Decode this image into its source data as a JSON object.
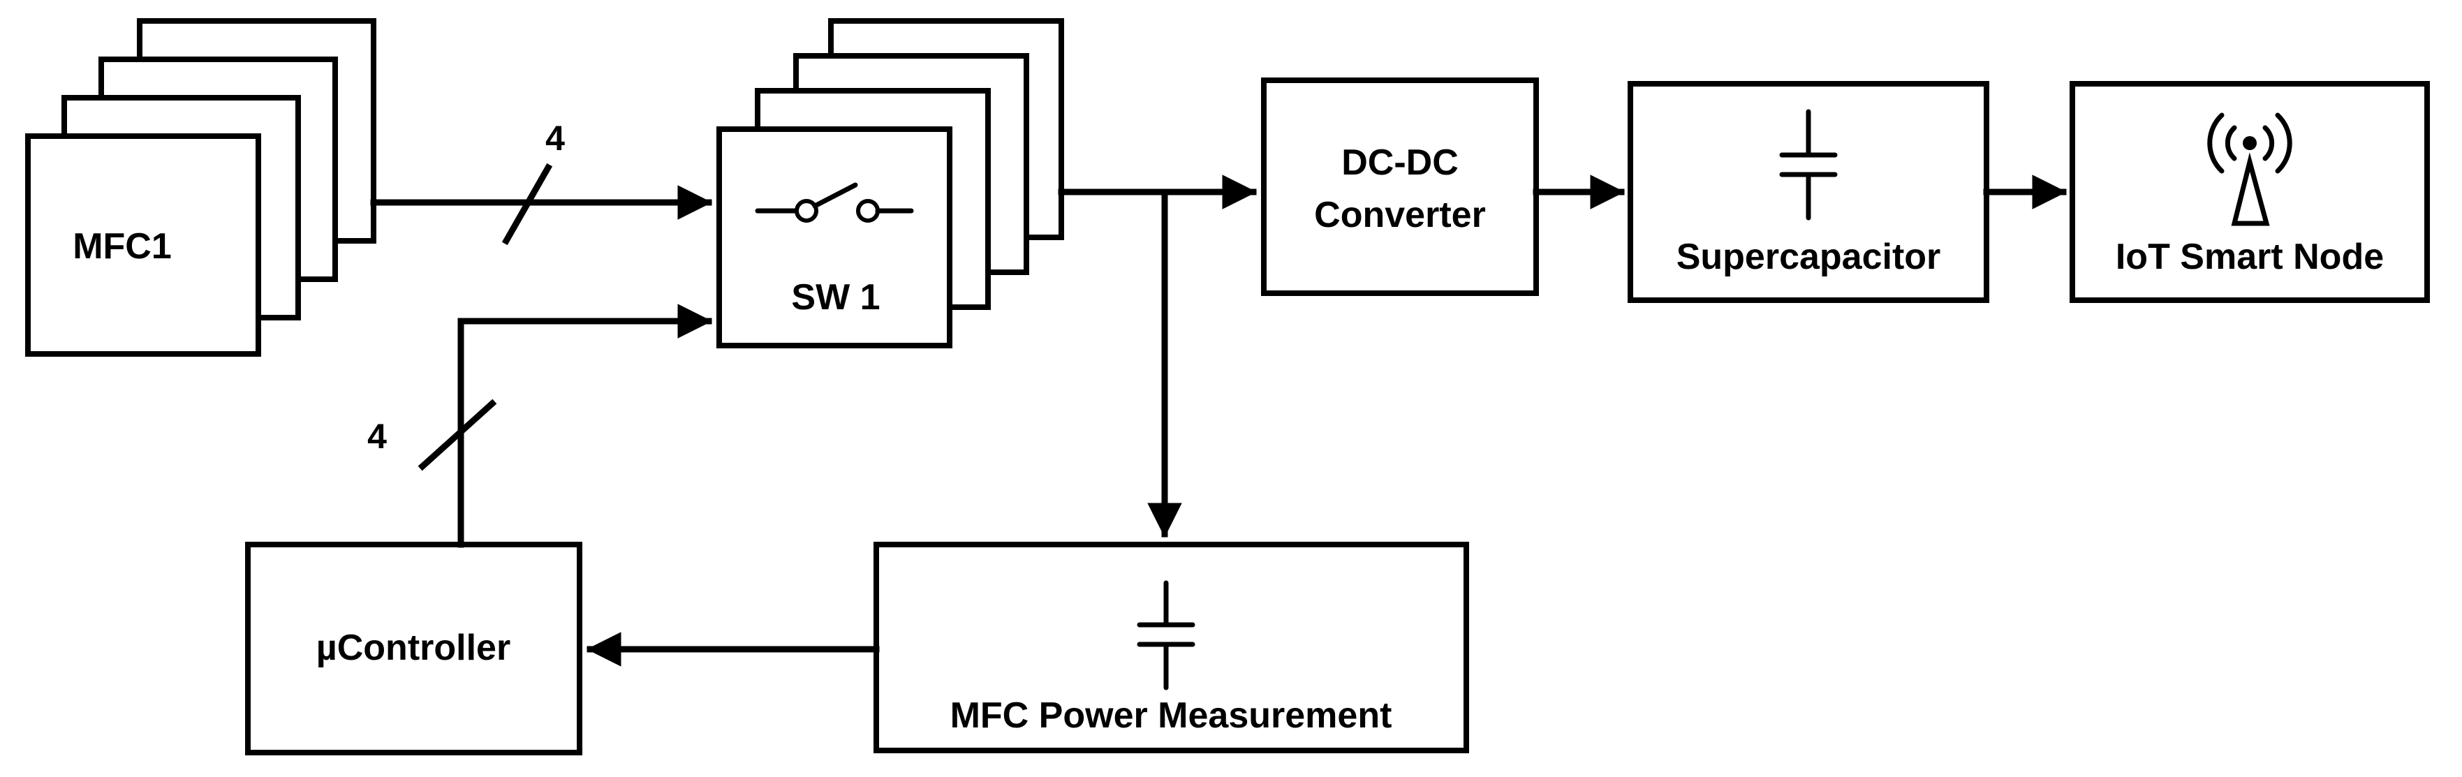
{
  "blocks": {
    "mfc": "MFC1",
    "switch": "SW 1",
    "dcdc_line1": "DC-DC",
    "dcdc_line2": "Converter",
    "supercap": "Supercapacitor",
    "iot": "IoT Smart Node",
    "controller": "µController",
    "power_meas": "MFC Power Measurement"
  },
  "bus_widths": {
    "mfc_to_switch": "4",
    "controller_to_switch": "4"
  },
  "icons": {
    "switch": "switch-icon",
    "supercap": "capacitor-icon",
    "power_meas": "capacitor-icon",
    "iot": "antenna-icon"
  }
}
